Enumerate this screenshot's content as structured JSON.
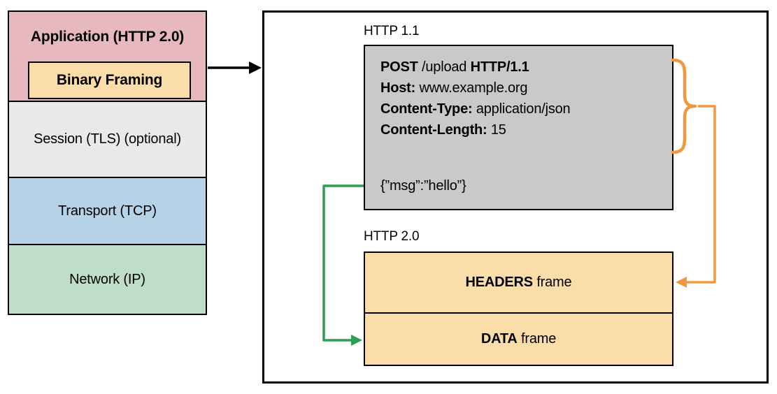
{
  "colors": {
    "application_fill": "#e7b9bf",
    "binary_framing_fill": "#fbdda9",
    "session_fill": "#e9e9e9",
    "transport_fill": "#b5d2e6",
    "network_fill": "#bfdec9",
    "request_box_fill": "#c9c9c9",
    "frame_fill": "#fbdda9",
    "orange_accent": "#f0993e",
    "green_accent": "#2d9e54",
    "black": "#000000"
  },
  "stack": {
    "application_label": "Application (HTTP 2.0)",
    "binary_framing_label": "Binary Framing",
    "session_label": "Session (TLS) (optional)",
    "transport_label": "Transport (TCP)",
    "network_label": "Network (IP)"
  },
  "detail": {
    "http11_label": "HTTP 1.1",
    "http20_label": "HTTP 2.0",
    "request": {
      "method": "POST",
      "path": "/upload",
      "version": "HTTP/1.1",
      "host_name": "Host:",
      "host_value": "www.example.org",
      "content_type_name": "Content-Type:",
      "content_type_value": "application/json",
      "content_length_name": "Content-Length:",
      "content_length_value": "15",
      "body": "{”msg”:”hello”}"
    },
    "frames": {
      "headers_bold": "HEADERS",
      "headers_rest": "frame",
      "data_bold": "DATA",
      "data_rest": "frame"
    }
  }
}
